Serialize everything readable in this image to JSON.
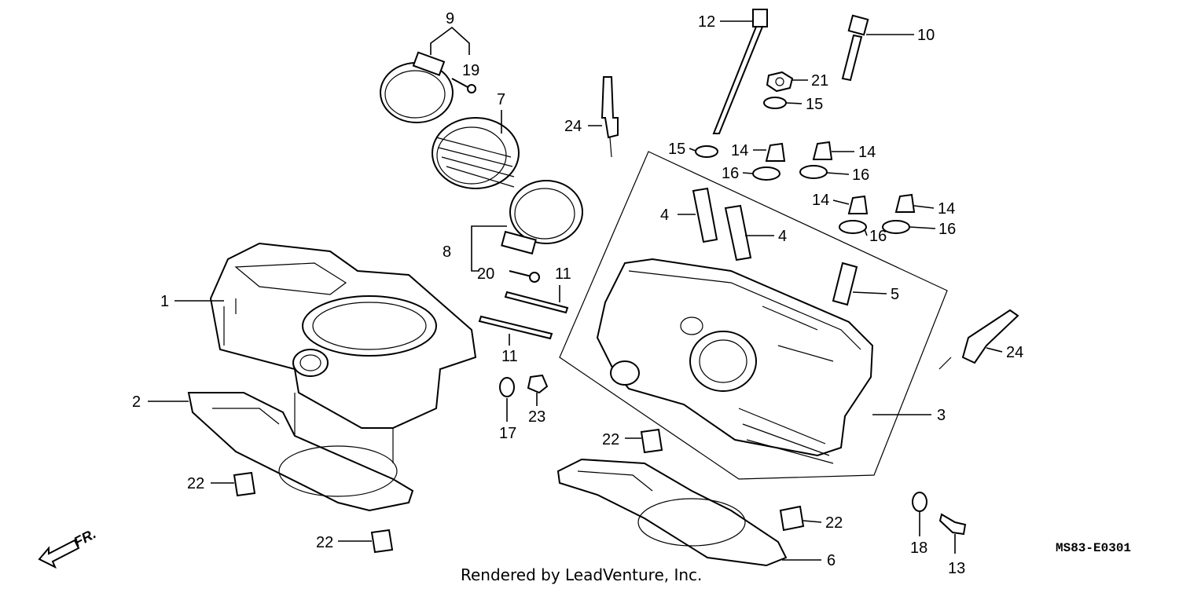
{
  "diagram": {
    "callouts": [
      "1",
      "2",
      "3",
      "4",
      "4",
      "5",
      "6",
      "7",
      "8",
      "9",
      "10",
      "11",
      "11",
      "12",
      "13",
      "14",
      "14",
      "14",
      "14",
      "15",
      "15",
      "16",
      "16",
      "16",
      "16",
      "17",
      "18",
      "19",
      "20",
      "21",
      "22",
      "22",
      "22",
      "22",
      "23",
      "24",
      "24"
    ],
    "code": "MS83-E0301",
    "credit": "Rendered by LeadVenture, Inc.",
    "direction_label": "FR."
  }
}
